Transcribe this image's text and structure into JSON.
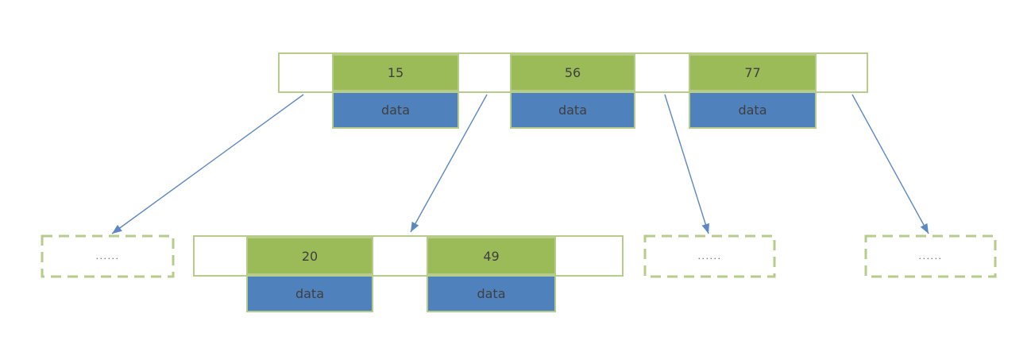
{
  "colors": {
    "key_fill": "#9bbb59",
    "data_fill": "#4f81bd",
    "border_green": "#b5cc8a",
    "arrow_blue": "#5b87c5",
    "text": "#3f3f3f",
    "placeholder_text": "#595959"
  },
  "root_node": {
    "entries": [
      {
        "key": "15",
        "data_label": "data"
      },
      {
        "key": "56",
        "data_label": "data"
      },
      {
        "key": "77",
        "data_label": "data"
      }
    ]
  },
  "child_node": {
    "entries": [
      {
        "key": "20",
        "data_label": "data"
      },
      {
        "key": "49",
        "data_label": "data"
      }
    ]
  },
  "placeholder_nodes": [
    {
      "label": "......"
    },
    {
      "label": "......"
    },
    {
      "label": "......"
    }
  ]
}
